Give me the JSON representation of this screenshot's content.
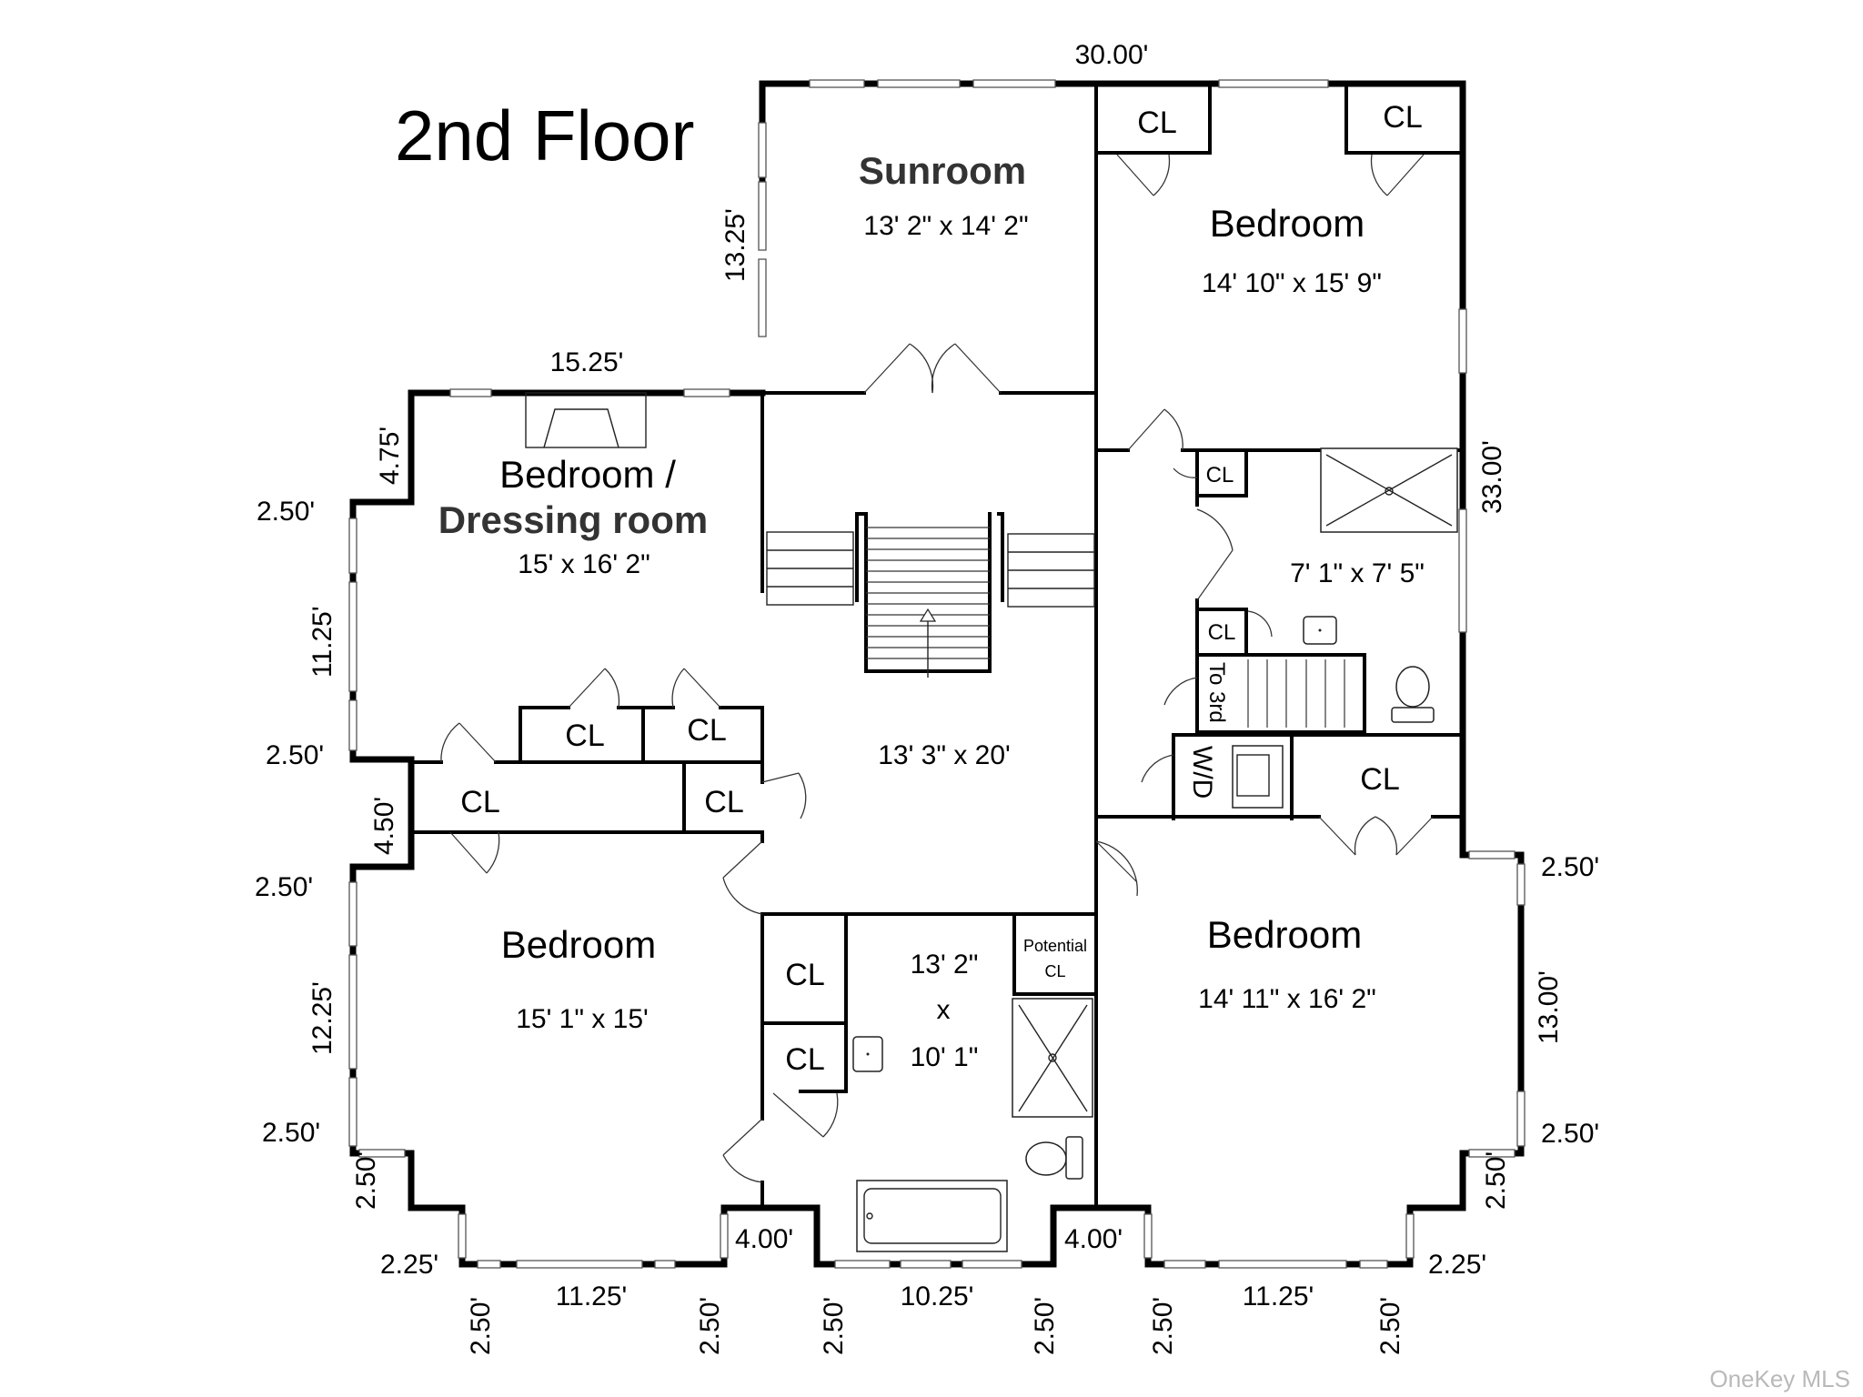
{
  "title": "2nd Floor",
  "watermark": "OneKey MLS",
  "rooms": {
    "sunroom": {
      "name": "Sunroom",
      "size": "13' 2\" x 14' 2\""
    },
    "bedroom_ne": {
      "name": "Bedroom",
      "size": "14' 10\" x 15' 9\""
    },
    "bedroom_dressing": {
      "name_line1": "Bedroom /",
      "name_line2": "Dressing room",
      "size": "15' x 16' 2\""
    },
    "hall": {
      "size": "13' 3\" x 20'"
    },
    "bath_ne": {
      "size": "7' 1\" x 7' 5\""
    },
    "bedroom_sw": {
      "name": "Bedroom",
      "size": "15' 1\" x 15'"
    },
    "bath_center": {
      "size_line1": "13' 2\"",
      "size_line2": "x",
      "size_line3": "10' 1\""
    },
    "bedroom_se": {
      "name": "Bedroom",
      "size": "14' 11\" x 16' 2\""
    }
  },
  "labels": {
    "closet": "CL",
    "potential_cl_line1": "Potential",
    "potential_cl_line2": "CL",
    "to_third": "To 3rd",
    "washer_dryer": "W/D"
  },
  "dimensions": {
    "top_width": "30.00'",
    "sunroom_side": "13.25'",
    "left_wing_top": "15.25'",
    "left_jog_upper": "4.75'",
    "left_bay_top": "2.50'",
    "left_wall_upper": "11.25'",
    "left_bay_bottom": "2.50'",
    "left_jog_lower": "4.50'",
    "sw_bay_top": "2.50'",
    "sw_wall": "12.25'",
    "sw_bay_bottom": "2.50'",
    "sw_corner_vert": "2.50'",
    "sw_corner_horiz": "2.25'",
    "bottom_sw_left": "2.50'",
    "bottom_sw_mid": "11.25'",
    "bottom_sw_right": "2.50'",
    "center_jog_left": "4.00'",
    "bottom_center_left": "2.50'",
    "bottom_center_mid": "10.25'",
    "bottom_center_right": "2.50'",
    "center_jog_right": "4.00'",
    "bottom_se_left": "2.50'",
    "bottom_se_mid": "11.25'",
    "bottom_se_right": "2.50'",
    "se_corner_horiz": "2.25'",
    "se_corner_vert": "2.50'",
    "right_height": "33.00'",
    "se_bay_top": "2.50'",
    "se_wall": "13.00'",
    "se_bay_bottom": "2.50'"
  }
}
